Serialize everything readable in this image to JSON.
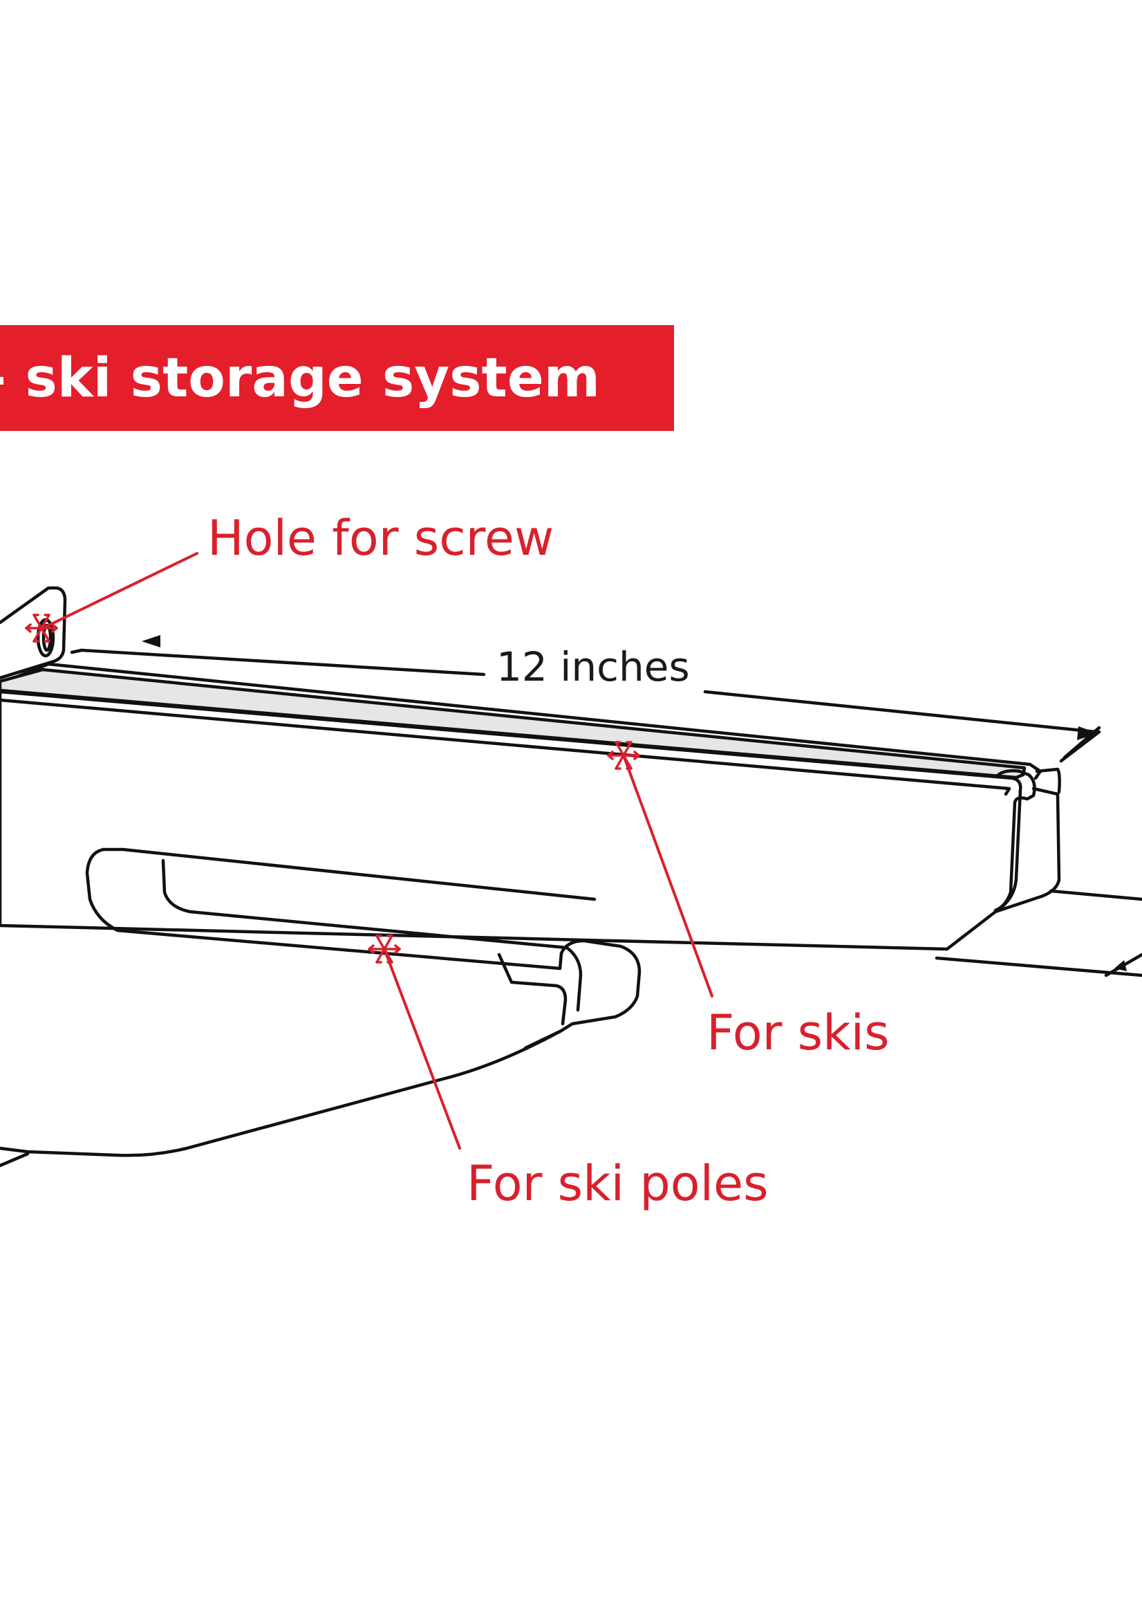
{
  "header": {
    "title": "ack - ski storage system"
  },
  "dimension": {
    "length_label": "12 inches"
  },
  "callouts": {
    "screw_hole": "Hole for screw",
    "skis": "For skis",
    "ski_poles": "For ski poles"
  },
  "colors": {
    "accent": "#e41e2b",
    "callout": "#d9202c",
    "outline": "#111111",
    "rail_fill": "#e6e6e6"
  },
  "icons": {
    "marker": "snowflake-icon"
  }
}
